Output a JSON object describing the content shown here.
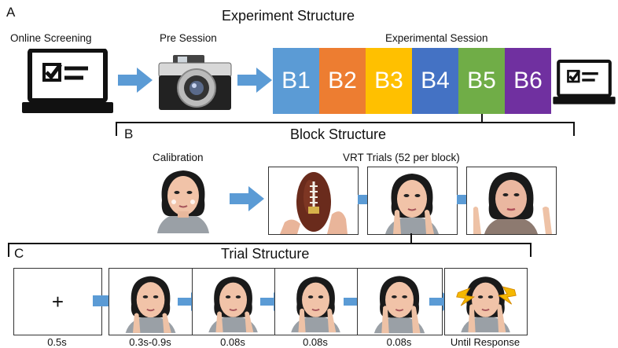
{
  "panelA": {
    "letter": "A",
    "title": "Experiment Structure",
    "online_screening": "Online Screening",
    "pre_session": "Pre Session",
    "experimental_session": "Experimental Session"
  },
  "blocks": [
    {
      "label": "B1",
      "color": "#5b9bd5"
    },
    {
      "label": "B2",
      "color": "#ed7d31"
    },
    {
      "label": "B3",
      "color": "#ffc000"
    },
    {
      "label": "B4",
      "color": "#4472c4"
    },
    {
      "label": "B5",
      "color": "#70ad47"
    },
    {
      "label": "B6",
      "color": "#7030a0"
    }
  ],
  "panelB": {
    "letter": "B",
    "title": "Block Structure",
    "calibration": "Calibration",
    "vrt_trials": "VRT Trials (52 per block)"
  },
  "panelC": {
    "letter": "C",
    "title": "Trial Structure",
    "fixation": "+",
    "timings": [
      "0.5s",
      "0.3s-0.9s",
      "0.08s",
      "0.08s",
      "0.08s",
      "Until Response"
    ]
  },
  "colors": {
    "arrow": "#5b9bd5",
    "laptop": "#111111"
  }
}
